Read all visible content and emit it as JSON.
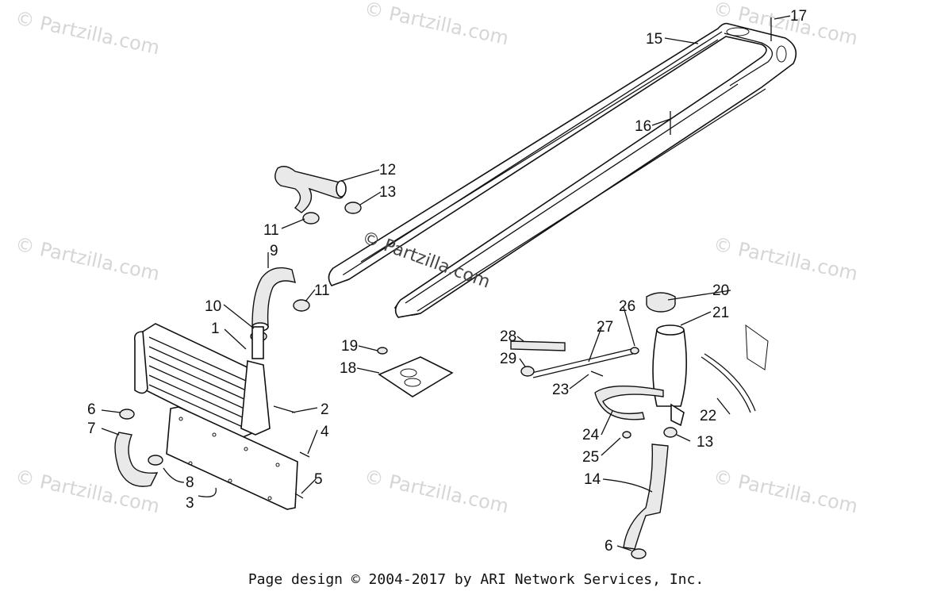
{
  "watermark": "© Partzilla.com",
  "center_watermark": "© Partzilla.com",
  "footer": "Page design © 2004-2017 by ARI Network Services, Inc.",
  "callouts": {
    "c1": "1",
    "c2": "2",
    "c3": "3",
    "c4": "4",
    "c5": "5",
    "c6a": "6",
    "c6b": "6",
    "c7": "7",
    "c8": "8",
    "c9": "9",
    "c10": "10",
    "c11a": "11",
    "c11b": "11",
    "c12": "12",
    "c13a": "13",
    "c13b": "13",
    "c14": "14",
    "c15": "15",
    "c16": "16",
    "c17": "17",
    "c18": "18",
    "c19": "19",
    "c20": "20",
    "c21": "21",
    "c22": "22",
    "c23": "23",
    "c24": "24",
    "c25": "25",
    "c26": "26",
    "c27": "27",
    "c28": "28",
    "c29": "29"
  }
}
